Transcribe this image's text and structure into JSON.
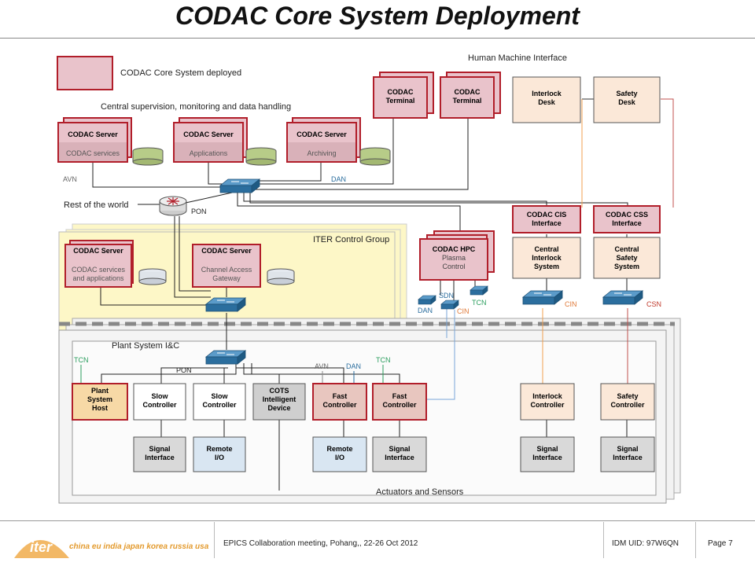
{
  "title": "CODAC Core System Deployment",
  "legend": {
    "label": "CODAC Core System deployed"
  },
  "labels": {
    "hmi": "Human Machine Interface",
    "central": "Central supervision, monitoring and data handling",
    "avn_top": "AVN",
    "dan_top": "DAN",
    "rest_world": "Rest of the world",
    "pon_top": "PON",
    "icg": "ITER Control Group",
    "dan_hpc": "DAN",
    "sdn": "SDN",
    "cin_hpc": "CIN",
    "tcn_hpc": "TCN",
    "cin_int": "CIN",
    "csn": "CSN",
    "plant": "Plant System I&C",
    "tcn_left": "TCN",
    "pon_plant": "PON",
    "avn_plant": "AVN",
    "dan_plant": "DAN",
    "tcn_plant": "TCN",
    "actuators": "Actuators and Sensors"
  },
  "boxes": {
    "term1_l1": "CODAC",
    "term1_l2": "Terminal",
    "term2_l1": "CODAC",
    "term2_l2": "Terminal",
    "ilkdesk_l1": "Interlock",
    "ilkdesk_l2": "Desk",
    "safdesk_l1": "Safety",
    "safdesk_l2": "Desk",
    "srv1_t": "CODAC Server",
    "srv1_s": "CODAC services",
    "srv2_t": "CODAC Server",
    "srv2_s": "Applications",
    "srv3_t": "CODAC Server",
    "srv3_s": "Archiving",
    "cis_l1": "CODAC CIS",
    "cis_l2": "Interface",
    "css_l1": "CODAC CSS",
    "css_l2": "Interface",
    "hpc_l1": "CODAC HPC",
    "hpc_l2": "Plasma",
    "hpc_l3": "Control",
    "cils_l1": "Central",
    "cils_l2": "Interlock",
    "cils_l3": "System",
    "css2_l1": "Central",
    "css2_l2": "Safety",
    "css2_l3": "System",
    "srv4_t": "CODAC Server",
    "srv4_s1": "CODAC services",
    "srv4_s2": "and applications",
    "srv5_t": "CODAC Server",
    "srv5_s1": "Channel Access",
    "srv5_s2": "Gateway",
    "psh_l1": "Plant",
    "psh_l2": "System",
    "psh_l3": "Host",
    "slow1_l1": "Slow",
    "slow1_l2": "Controller",
    "slow2_l1": "Slow",
    "slow2_l2": "Controller",
    "cots_l1": "COTS",
    "cots_l2": "Intelligent",
    "cots_l3": "Device",
    "fast1_l1": "Fast",
    "fast1_l2": "Controller",
    "fast2_l1": "Fast",
    "fast2_l2": "Controller",
    "ilkc_l1": "Interlock",
    "ilkc_l2": "Controller",
    "safc_l1": "Safety",
    "safc_l2": "Controller",
    "sig1_l1": "Signal",
    "sig1_l2": "Interface",
    "rio1_l1": "Remote",
    "rio1_l2": "I/O",
    "rio2_l1": "Remote",
    "rio2_l2": "I/O",
    "sig2_l1": "Signal",
    "sig2_l2": "Interface",
    "sig3_l1": "Signal",
    "sig3_l2": "Interface",
    "sig4_l1": "Signal",
    "sig4_l2": "Interface"
  },
  "footer": {
    "logo_text": "iter",
    "tagline": "china eu india japan korea russia usa",
    "event": "EPICS Collaboration meeting, Pohang,, 22-26 Oct 2012",
    "idm": "IDM UID: 97W6QN",
    "page": "Page 7"
  },
  "colors": {
    "codac_fill": "#e9c3cb",
    "codac_border": "#b11e2a",
    "yellow_zone": "#fdf7c7",
    "grey_zone": "#f0f0f0",
    "switch_blue": "#2b6e9e",
    "orange_link": "#f0a050",
    "red_link": "#c0504d",
    "blue_link": "#7aa6d8",
    "iter_orange": "#e39a2d"
  }
}
